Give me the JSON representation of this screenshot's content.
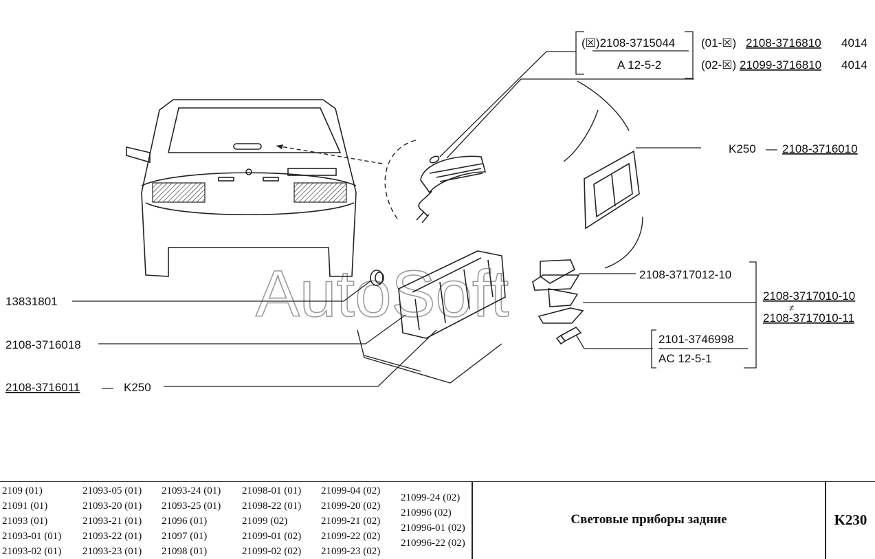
{
  "watermark": "AutoSoft",
  "callouts": {
    "lamp_bulb_box": {
      "line1": "(☒)2108-3715044",
      "line2": "A 12-5-2"
    },
    "lamp_variants": [
      {
        "prefix": "(01-☒)",
        "part": "2108-3716810",
        "qty": "4014"
      },
      {
        "prefix": "(02-☒)",
        "part": "21099-3716810",
        "qty": "4014"
      }
    ],
    "k250_right": "K250",
    "dash_right": "—",
    "part_3716010": "2108-3716010",
    "part_3717012": "2108-3717012-10",
    "part_3717010_10": "2108-3717010-10",
    "neq_mark": "≠",
    "part_3717010_11": "2108-3717010-11",
    "bulb_box": {
      "line1": "2101-3746998",
      "line2": "AC 12-5-1"
    },
    "part_13831801": "13831801",
    "part_3716018": "2108-3716018",
    "part_3716011": "2108-3716011",
    "dash_left": "—",
    "k250_left": "K250"
  },
  "footer": {
    "models": [
      [
        "2109 (01)",
        "21091 (01)",
        "21093 (01)",
        "21093-01 (01)",
        "21093-02 (01)"
      ],
      [
        "21093-05 (01)",
        "21093-20 (01)",
        "21093-21 (01)",
        "21093-22 (01)",
        "21093-23 (01)"
      ],
      [
        "21093-24 (01)",
        "21093-25 (01)",
        "21096 (01)",
        "21097 (01)",
        "21098 (01)"
      ],
      [
        "21098-01 (01)",
        "21098-22 (01)",
        "21099 (02)",
        "21099-01 (02)",
        "21099-02 (02)"
      ],
      [
        "21099-04 (02)",
        "21099-20 (02)",
        "21099-21 (02)",
        "21099-22 (02)",
        "21099-23 (02)"
      ],
      [
        "21099-24 (02)",
        "210996 (02)",
        "210996-01 (02)",
        "210996-22 (02)"
      ]
    ],
    "title": "Световые приборы задние",
    "code": "K230"
  }
}
